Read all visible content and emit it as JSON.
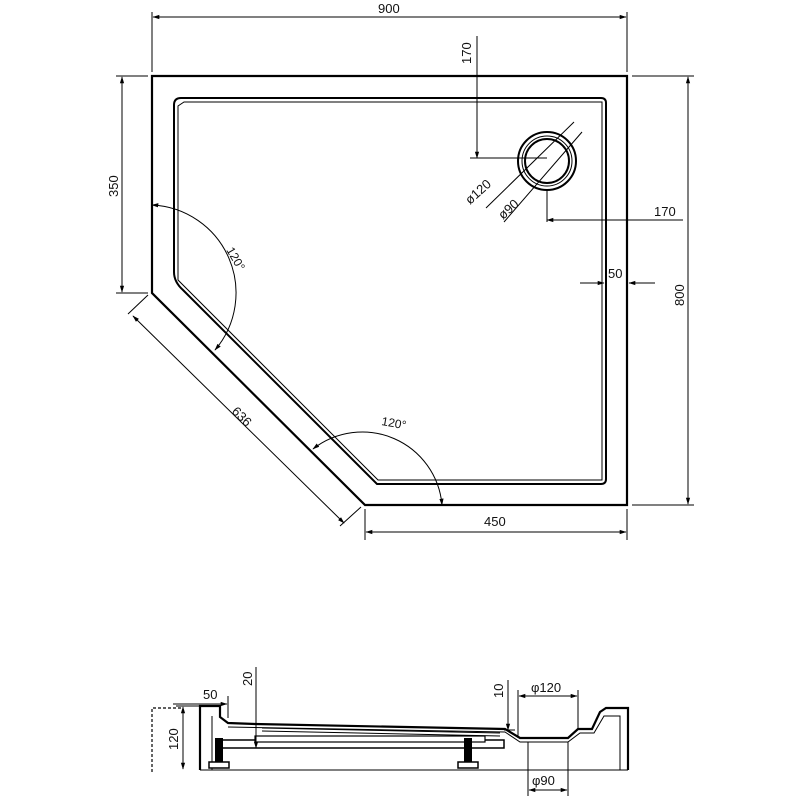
{
  "top_view": {
    "width_dim": "900",
    "height_dim": "800",
    "left_side_dim": "350",
    "diagonal_dim": "636",
    "bottom_dim": "450",
    "drain_offset_top": "170",
    "drain_offset_right": "170",
    "rim_width": "50",
    "drain_outer_dia": "ø120",
    "drain_inner_dia": "ø90",
    "angle_left": "120°",
    "angle_bottom": "120°"
  },
  "side_view": {
    "rim_dim": "50",
    "height_dim": "120",
    "slope_dim": "20",
    "drop_dim": "10",
    "outlet_outer_dia": "φ120",
    "outlet_inner_dia": "φ90"
  }
}
